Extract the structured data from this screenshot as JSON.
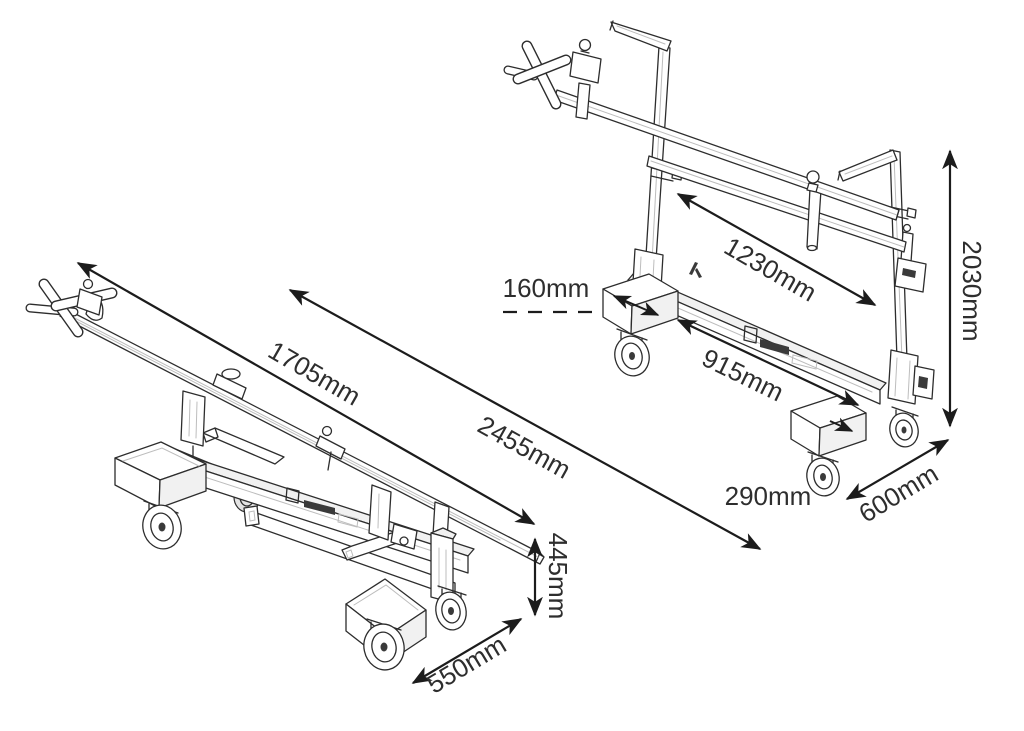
{
  "figure": {
    "description": "Isometric technical line drawing of a material transport cart shown in two configurations with dimension annotations",
    "background": "#ffffff",
    "line_color": "#2d2d2d",
    "dimension_color": "#1c1c1c",
    "text_color": "#2e2e2e"
  },
  "folded_view": {
    "name": "cart folded flat configuration",
    "dims": {
      "rail_length": "1705mm",
      "overall_length": "2455mm",
      "height": "445mm",
      "width": "550mm"
    }
  },
  "upright_view": {
    "name": "cart upright configuration",
    "dims": {
      "caster_offset": "160mm",
      "top_rail_span": "1230mm",
      "base_span": "915mm",
      "front_extension": "290mm",
      "base_depth": "600mm",
      "overall_height": "2030mm"
    }
  }
}
